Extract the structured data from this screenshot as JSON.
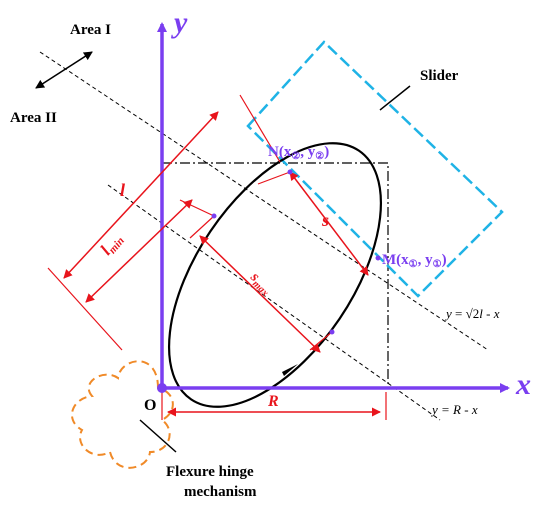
{
  "labels": {
    "area1": "Area I",
    "area2": "Area II",
    "slider": "Slider",
    "axis_y": "y",
    "axis_x": "x",
    "origin": "O",
    "point_n": "N(x",
    "point_n_sub1": "②",
    "point_n_mid": ", y",
    "point_n_sub2": "②",
    "point_n_end": ")",
    "point_m": "M(x",
    "point_m_sub1": "①",
    "point_m_mid": ", y",
    "point_m_sub2": "①",
    "point_m_end": ")",
    "dim_l": "l",
    "dim_lmin": "l",
    "dim_lmin_sub": "min",
    "dim_s": "s",
    "dim_smax": "s",
    "dim_smax_sub": "max",
    "dim_r": "R",
    "line1_y": "y",
    "line1_eq": " = ",
    "line1_rad": "√2",
    "line1_l": "l",
    "line1_rest": " - x",
    "line2": "y = R - x",
    "hinge_line1": "Flexure hinge",
    "hinge_line2": "mechanism"
  },
  "colors": {
    "axis": "#7a3ef0",
    "dimension": "#e8141c",
    "slider": "#1fb3e6",
    "hinge": "#f08a28",
    "ink": "#000000",
    "point": "#7a3ef0"
  }
}
